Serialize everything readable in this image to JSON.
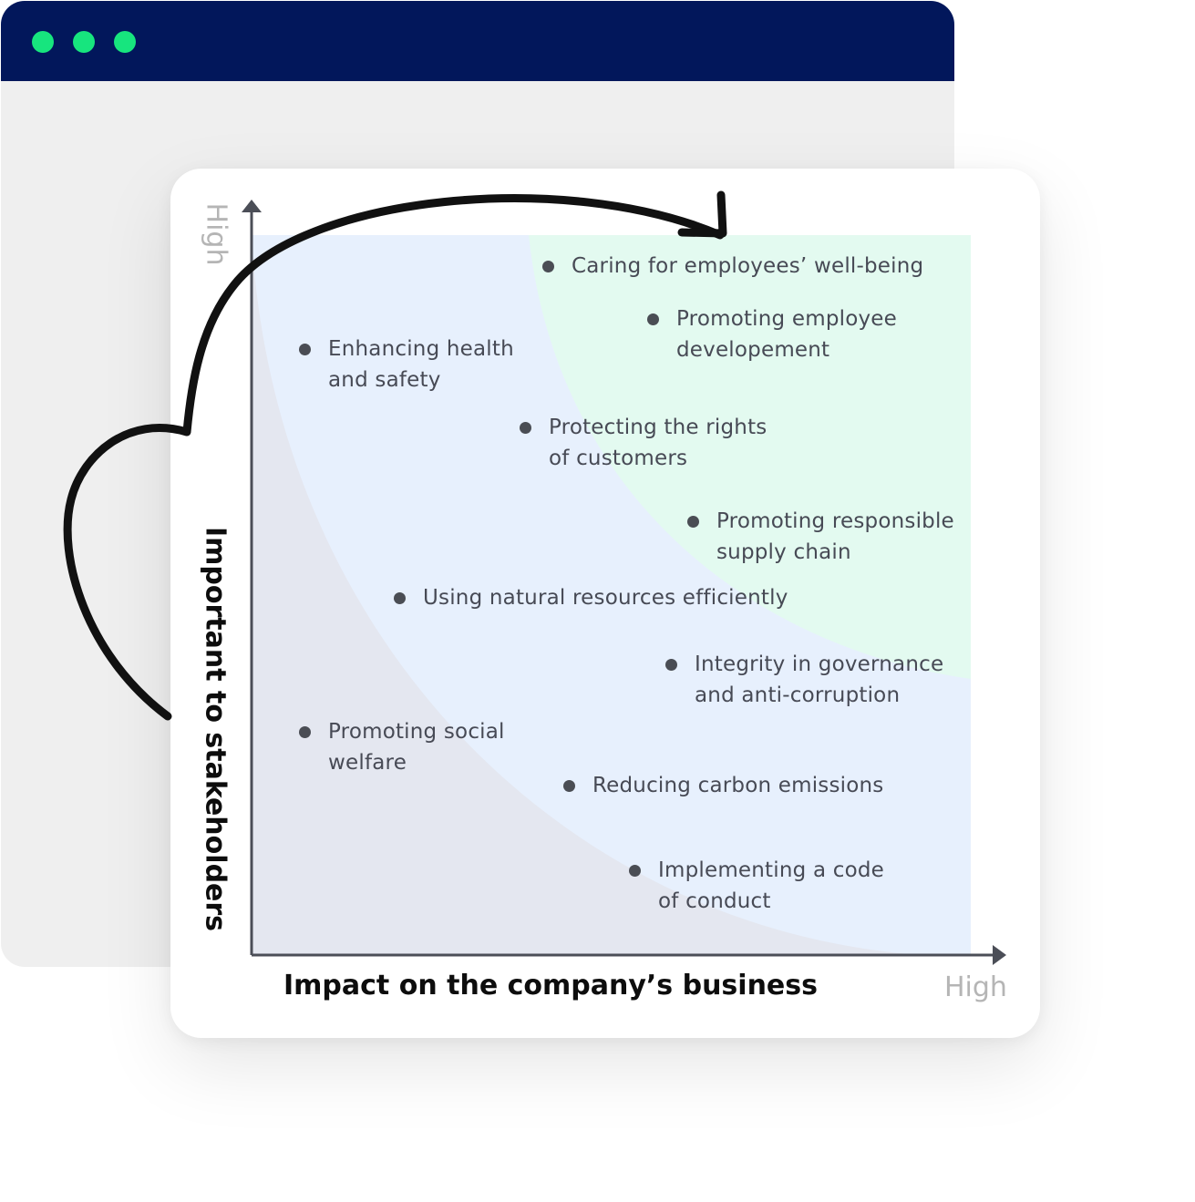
{
  "window": {
    "traffic_lights": [
      "#17e57e",
      "#17e57e",
      "#17e57e"
    ],
    "titlebar_color": "#02175b"
  },
  "chart": {
    "x_axis_title": "Impact on the company’s business",
    "y_axis_title": "Important to stakeholders",
    "x_high_label": "High",
    "y_high_label": "High",
    "zones": [
      {
        "name": "low",
        "color": "#e4e7f0"
      },
      {
        "name": "medium",
        "color": "#e7f0fd"
      },
      {
        "name": "high",
        "color": "#e3faf0"
      }
    ],
    "arrow_icon": "curved-arrow-icon"
  },
  "items": [
    {
      "lines": [
        "Caring for employees’ well-being"
      ]
    },
    {
      "lines": [
        "Promoting employee",
        "developement"
      ]
    },
    {
      "lines": [
        "Enhancing health",
        "and safety"
      ]
    },
    {
      "lines": [
        "Protecting the rights",
        "of customers"
      ]
    },
    {
      "lines": [
        "Promoting responsible",
        "supply chain"
      ]
    },
    {
      "lines": [
        "Using natural resources efficiently"
      ]
    },
    {
      "lines": [
        "Integrity in governance",
        "and anti-corruption"
      ]
    },
    {
      "lines": [
        "Promoting social",
        "welfare"
      ]
    },
    {
      "lines": [
        "Reducing carbon emissions"
      ]
    },
    {
      "lines": [
        "Implementing a code",
        "of conduct"
      ]
    }
  ]
}
